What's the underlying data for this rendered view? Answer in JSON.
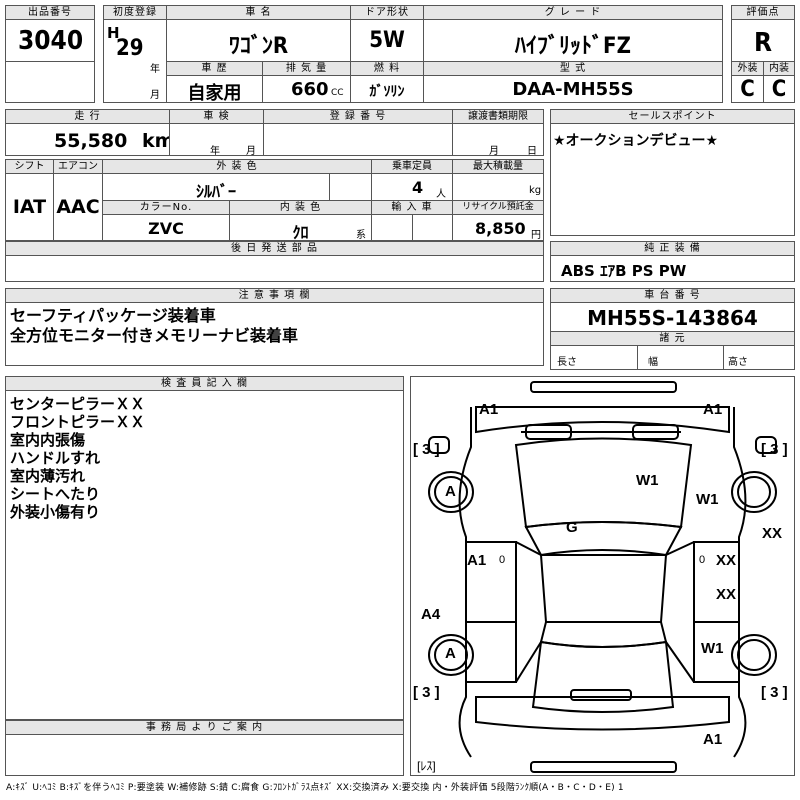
{
  "header": {
    "lot_no_label": "出品番号",
    "lot_no": "3040",
    "first_reg_label": "初度登録",
    "era": "H",
    "year": "29",
    "year_unit": "年",
    "month_unit": "月",
    "car_name_label": "車 名",
    "car_name": "ﾜｺﾞﾝR",
    "door_label": "ドア形状",
    "door": "5W",
    "grade_label": "グ レ ー ド",
    "grade": "ﾊｲﾌﾞﾘｯﾄﾞFZ",
    "score_label": "評価点",
    "score": "R",
    "history_label": "車 歴",
    "history": "自家用",
    "displacement_label": "排 気 量",
    "displacement": "660",
    "displacement_unit": "CC",
    "fuel_label": "燃 料",
    "fuel": "ｶﾞｿﾘﾝ",
    "model_code_label": "型 式",
    "model_code": "DAA-MH55S",
    "exterior_label": "外装",
    "exterior": "C",
    "interior_label": "内装",
    "interior": "C"
  },
  "row2": {
    "mileage_label": "走 行",
    "mileage": "55,580",
    "mileage_unit": "km",
    "inspection_label": "車 検",
    "inspection_year_unit": "年",
    "inspection_month_unit": "月",
    "reg_no_label": "登 録 番 号",
    "transfer_label": "譲渡書類期限",
    "transfer_month_unit": "月",
    "transfer_day_unit": "日",
    "sales_point_label": "セールスポイント",
    "sales_point": "★オークションデビュー★"
  },
  "row3": {
    "shift_label": "シフト",
    "shift": "IAT",
    "ac_label": "エアコン",
    "ac": "AAC",
    "ext_color_label": "外 装 色",
    "ext_color": "ｼﾙﾊﾞｰ",
    "capacity_label": "乗車定員",
    "capacity": "4",
    "capacity_unit": "人",
    "max_load_label": "最大積載量",
    "max_load_unit": "kg",
    "color_no_label": "カラーNo.",
    "color_no": "ZVC",
    "int_color_label": "内 装 色",
    "int_color": "ｸﾛ",
    "int_color_unit": "系",
    "import_label": "輸 入 車",
    "recycle_label": "リサイクル預託金",
    "recycle": "8,850",
    "recycle_unit": "円"
  },
  "later_parts_label": "後 日 発 送 部 品",
  "genuine_equipment_label": "純 正 装 備",
  "genuine_equipment": "ABS ｴｱB PS PW",
  "notes_label": "注 意 事 項 欄",
  "notes": [
    "セーフティパッケージ装着車",
    "全方位モニター付きメモリーナビ装着車"
  ],
  "chassis_label": "車 台 番 号",
  "chassis_no": "MH55S-143864",
  "specs_label": "諸 元",
  "length_label": "長さ",
  "width_label": "幅",
  "height_label": "高さ",
  "inspector_label": "検 査 員 記 入 欄",
  "inspector_notes": [
    "センターピラーＸＸ",
    "フロントピラーＸＸ",
    "室内内張傷",
    "ハンドルすれ",
    "室内薄汚れ",
    "シートへたり",
    "外装小傷有り"
  ],
  "office_label": "事 務 局 よ り ご 案 内",
  "diagram": {
    "marks": {
      "a1_front_left": "A1",
      "a1_front_right": "A1",
      "three_fl": "[ 3 ]",
      "three_fr": "[ 3 ]",
      "a_left_front_wheel": "A",
      "w1_hood": "W1",
      "w1_right_fender": "W1",
      "g_roof": "G",
      "xx_right_side": "XX",
      "a1_left_door": "A1",
      "zero_left": "0",
      "zero_right": "0",
      "xx_right_door_1": "XX",
      "xx_right_door_2": "XX",
      "a4_left_rear": "A4",
      "a_left_rear_wheel": "A",
      "w1_right_rear": "W1",
      "three_rl": "[ 3 ]",
      "three_rr": "[ 3 ]",
      "a1_rear": "A1",
      "resu": "[ﾚｽ]"
    }
  },
  "legend": "A:ｷｽﾞ U:ﾍｺﾐ B:ｷｽﾞを伴うﾍｺﾐ P:要塗装 W:補修跡 S:錆 C:腐食 G:ﾌﾛﾝﾄｶﾞﾗｽ点ｷｽﾞ XX:交換済み X:要交換 内・外装評価 5段階ﾗﾝｸ順(A・B・C・D・E) 1"
}
